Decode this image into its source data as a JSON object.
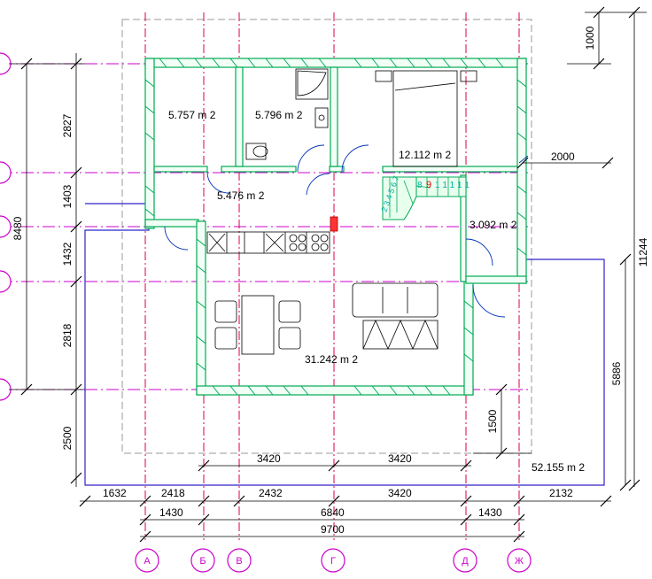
{
  "dimensions": {
    "bottom_row1": [
      "1632",
      "2418",
      "2432",
      "3420",
      "2132"
    ],
    "bottom_row2": [
      "1430",
      "6840",
      "1430"
    ],
    "bottom_total": "9700",
    "inner_bottom": [
      "3420",
      "3420"
    ],
    "left_segments": [
      "2827",
      "1403",
      "1432",
      "2818",
      "2500"
    ],
    "left_total": "8480",
    "right_total": "11244",
    "right_segment": "5886",
    "top_right": "1000",
    "right_step": "2000",
    "porch_height": "1500"
  },
  "rooms": {
    "room1": "5.757 m 2",
    "room2": "5.796 m 2",
    "room3": "12.112 m 2",
    "hall": "5.476 m 2",
    "stair_room": "3.092 m 2",
    "living": "31.242 m 2",
    "site": "52.155 m 2"
  },
  "stairs": {
    "numbers_left": "2 3 4 5 6 7",
    "number_red": "8",
    "number_9": "9",
    "numbers_right": "1 1 1 1 1"
  },
  "axes_bottom": [
    "А",
    "Б",
    "В",
    "Г",
    "Д",
    "Ж"
  ],
  "axes_left": [
    "",
    "",
    "",
    "",
    ""
  ]
}
